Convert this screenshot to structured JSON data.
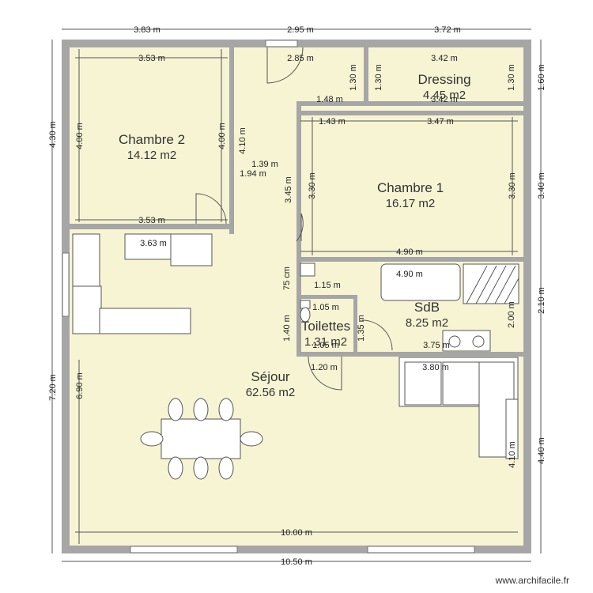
{
  "colors": {
    "wall": "#a6a6a6",
    "floor": "#f7f4d4",
    "furniture_fill": "#ffffff",
    "furniture_stroke": "#555555",
    "dimension_line": "#555555",
    "text": "#333333"
  },
  "rooms": {
    "chambre2": {
      "name": "Chambre 2",
      "area": "14.12 m2"
    },
    "dressing": {
      "name": "Dressing",
      "area": "4.45 m2"
    },
    "chambre1": {
      "name": "Chambre 1",
      "area": "16.17 m2"
    },
    "sdb": {
      "name": "SdB",
      "area": "8.25 m2"
    },
    "toilettes": {
      "name": "Toilettes",
      "area": "1.31 m2"
    },
    "sejour": {
      "name": "Séjour",
      "area": "62.56 m2"
    }
  },
  "dimensions": {
    "top_1": "3.83 m",
    "top_2": "2.95 m",
    "top_3": "3.72 m",
    "bottom_total": "10.50 m",
    "left_upper": "4.30 m",
    "left_lower": "7.20 m",
    "right_1": "1.60 m",
    "right_2": "3.40 m",
    "right_3": "2.10 m",
    "right_4": "4.40 m",
    "ch2_top": "3.53 m",
    "ch2_bottom": "3.53 m",
    "ch2_left": "4.00 m",
    "ch2_right": "4.00 m",
    "corridor_top": "2.85 m",
    "corridor_height": "4.10 m",
    "dressing_top": "3.42 m",
    "dressing_bottom": "3.42 m",
    "dressing_left_a": "1.30 m",
    "dressing_left_b": "1.30 m",
    "dressing_right": "1.30 m",
    "corridor_mid": "1.48 m",
    "ch1_top_left": "1.43 m",
    "ch1_top_right": "3.47 m",
    "ch1_left": "3.30 m",
    "ch1_right": "3.30 m",
    "ch1_outer_left": "3.45 m",
    "passage_1": "1.39 m",
    "passage_2": "1.94 m",
    "ch1_bottom": "4.90 m",
    "kitchen_unit": "3.63 m",
    "sdb_top": "4.90 m",
    "sdb_right": "2.00 m",
    "sdb_bottom": "3.75 m",
    "toil_top": "1.15 m",
    "toil_inner_top": "1.05 m",
    "toil_inner_bottom": "1.05 m",
    "toil_left": "1.40 m",
    "toil_right": "1.35 m",
    "toil_side": "75 cm",
    "toil_bottom": "1.20 m",
    "sofa_width": "3.80 m",
    "sofa_right": "4.10 m",
    "sejour_left": "6.90 m",
    "sejour_bottom": "10.00 m"
  },
  "credit": "www.archifacile.fr"
}
